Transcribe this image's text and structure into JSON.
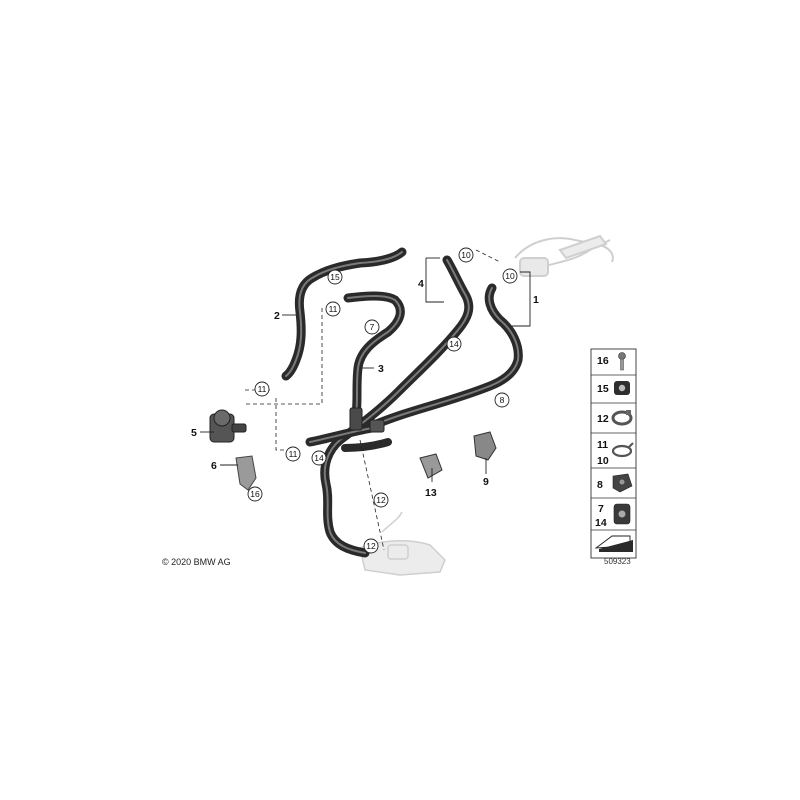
{
  "diagram": {
    "copyright": "© 2020 BMW AG",
    "document_number": "509323",
    "part_labels": [
      "1",
      "2",
      "3",
      "4",
      "5",
      "6",
      "9",
      "13"
    ],
    "callouts": [
      "15",
      "11",
      "7",
      "11",
      "14",
      "11",
      "14",
      "16",
      "12",
      "12",
      "10",
      "10",
      "8"
    ],
    "legend": {
      "rows": [
        "16",
        "15",
        "12",
        "11",
        "10",
        "8",
        "7",
        "14"
      ]
    },
    "colors": {
      "hose": "#3a3a3a",
      "hose_highlight": "#8a8a8a",
      "ghost": "#d8d8d8",
      "leader": "#222222"
    }
  }
}
